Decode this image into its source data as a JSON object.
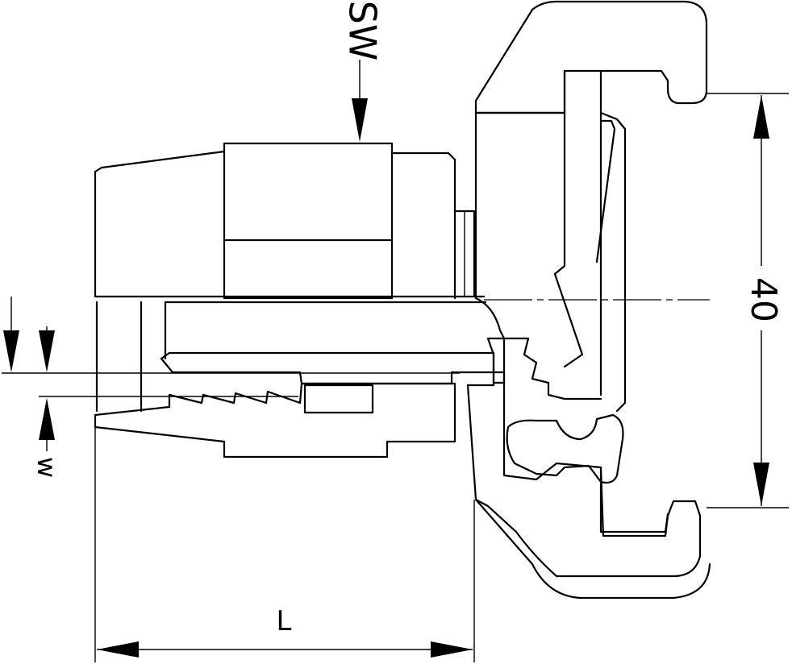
{
  "labels": {
    "wrench_size": "SW",
    "diameter": "40",
    "length": "L",
    "wall": "w"
  },
  "colors": {
    "line": "#000000",
    "background": "#ffffff"
  }
}
